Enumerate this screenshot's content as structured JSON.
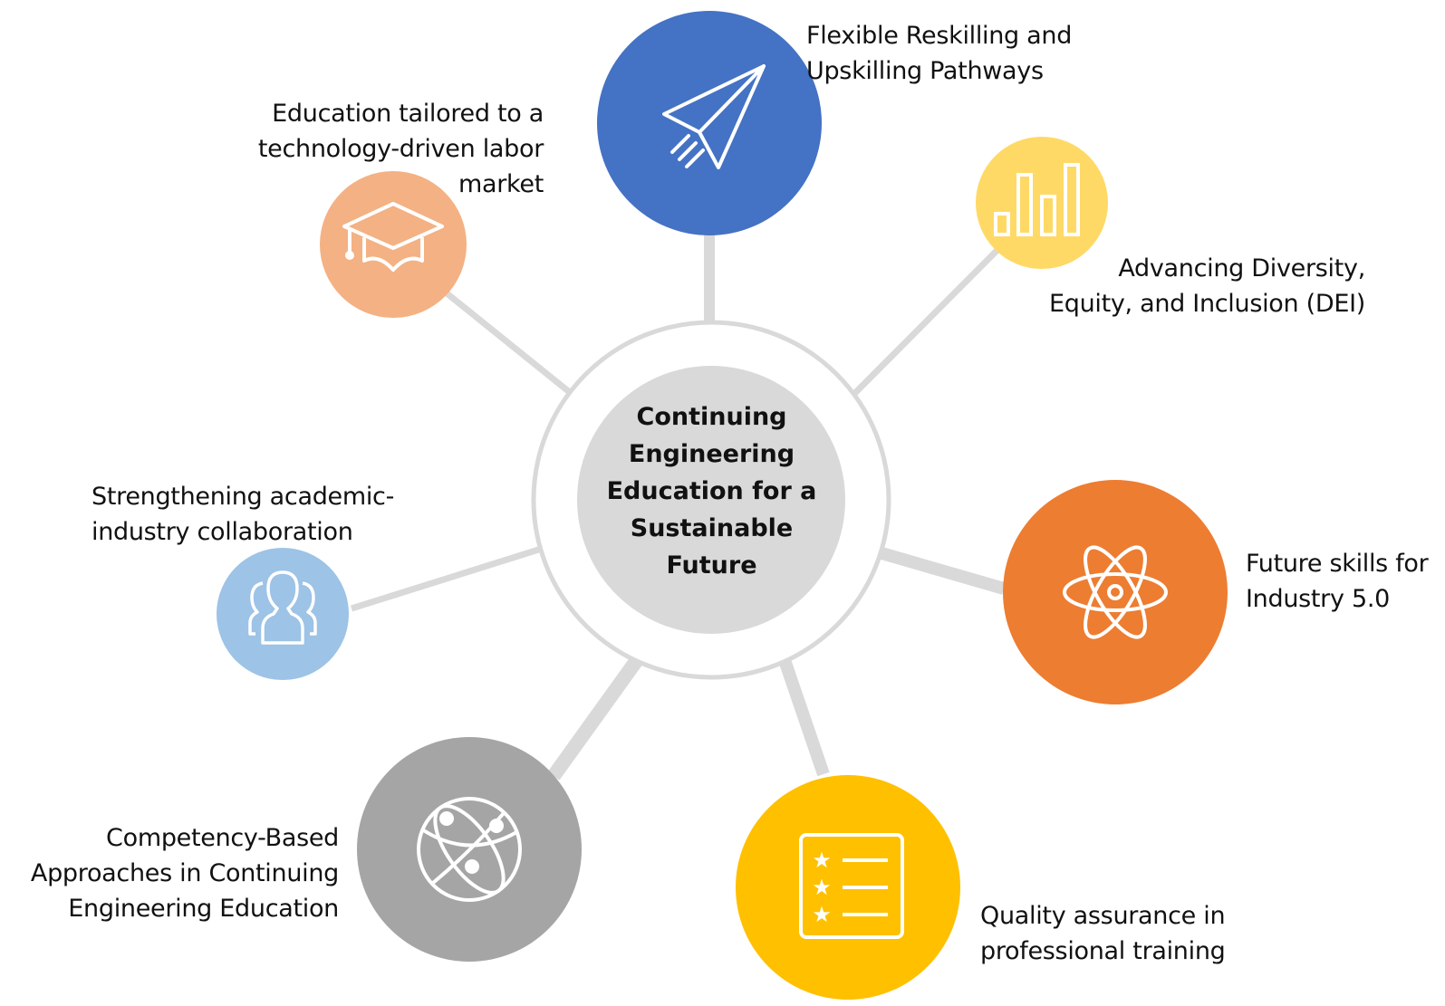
{
  "center": {
    "title": "Continuing\nEngineering\nEducation for a\nSustainable\nFuture"
  },
  "nodes": [
    {
      "id": "flexible",
      "label": "Flexible Reskilling and\nUpskilling Pathways",
      "color": "#4472c4",
      "icon": "paper-plane-icon"
    },
    {
      "id": "dei",
      "label": "Advancing Diversity,\nEquity, and Inclusion (DEI)",
      "color": "#ffd966",
      "icon": "bar-chart-icon"
    },
    {
      "id": "future-skills",
      "label": "Future skills for\nIndustry 5.0",
      "color": "#ed7d31",
      "icon": "atom-icon"
    },
    {
      "id": "quality",
      "label": "Quality assurance in\nprofessional training",
      "color": "#ffc000",
      "icon": "rating-list-icon"
    },
    {
      "id": "competency",
      "label": "Competency-Based\nApproaches in Continuing\nEngineering Education",
      "color": "#a5a5a5",
      "icon": "globe-network-icon"
    },
    {
      "id": "collaboration",
      "label": "Strengthening academic-\nindustry collaboration",
      "color": "#9dc3e6",
      "icon": "people-group-icon"
    },
    {
      "id": "labor-market",
      "label": "Education tailored to a\ntechnology-driven labor\nmarket",
      "color": "#f4b183",
      "icon": "graduation-cap-icon"
    }
  ],
  "connector_color": "#d9d9d9",
  "hub_color": "#d9d9d9"
}
